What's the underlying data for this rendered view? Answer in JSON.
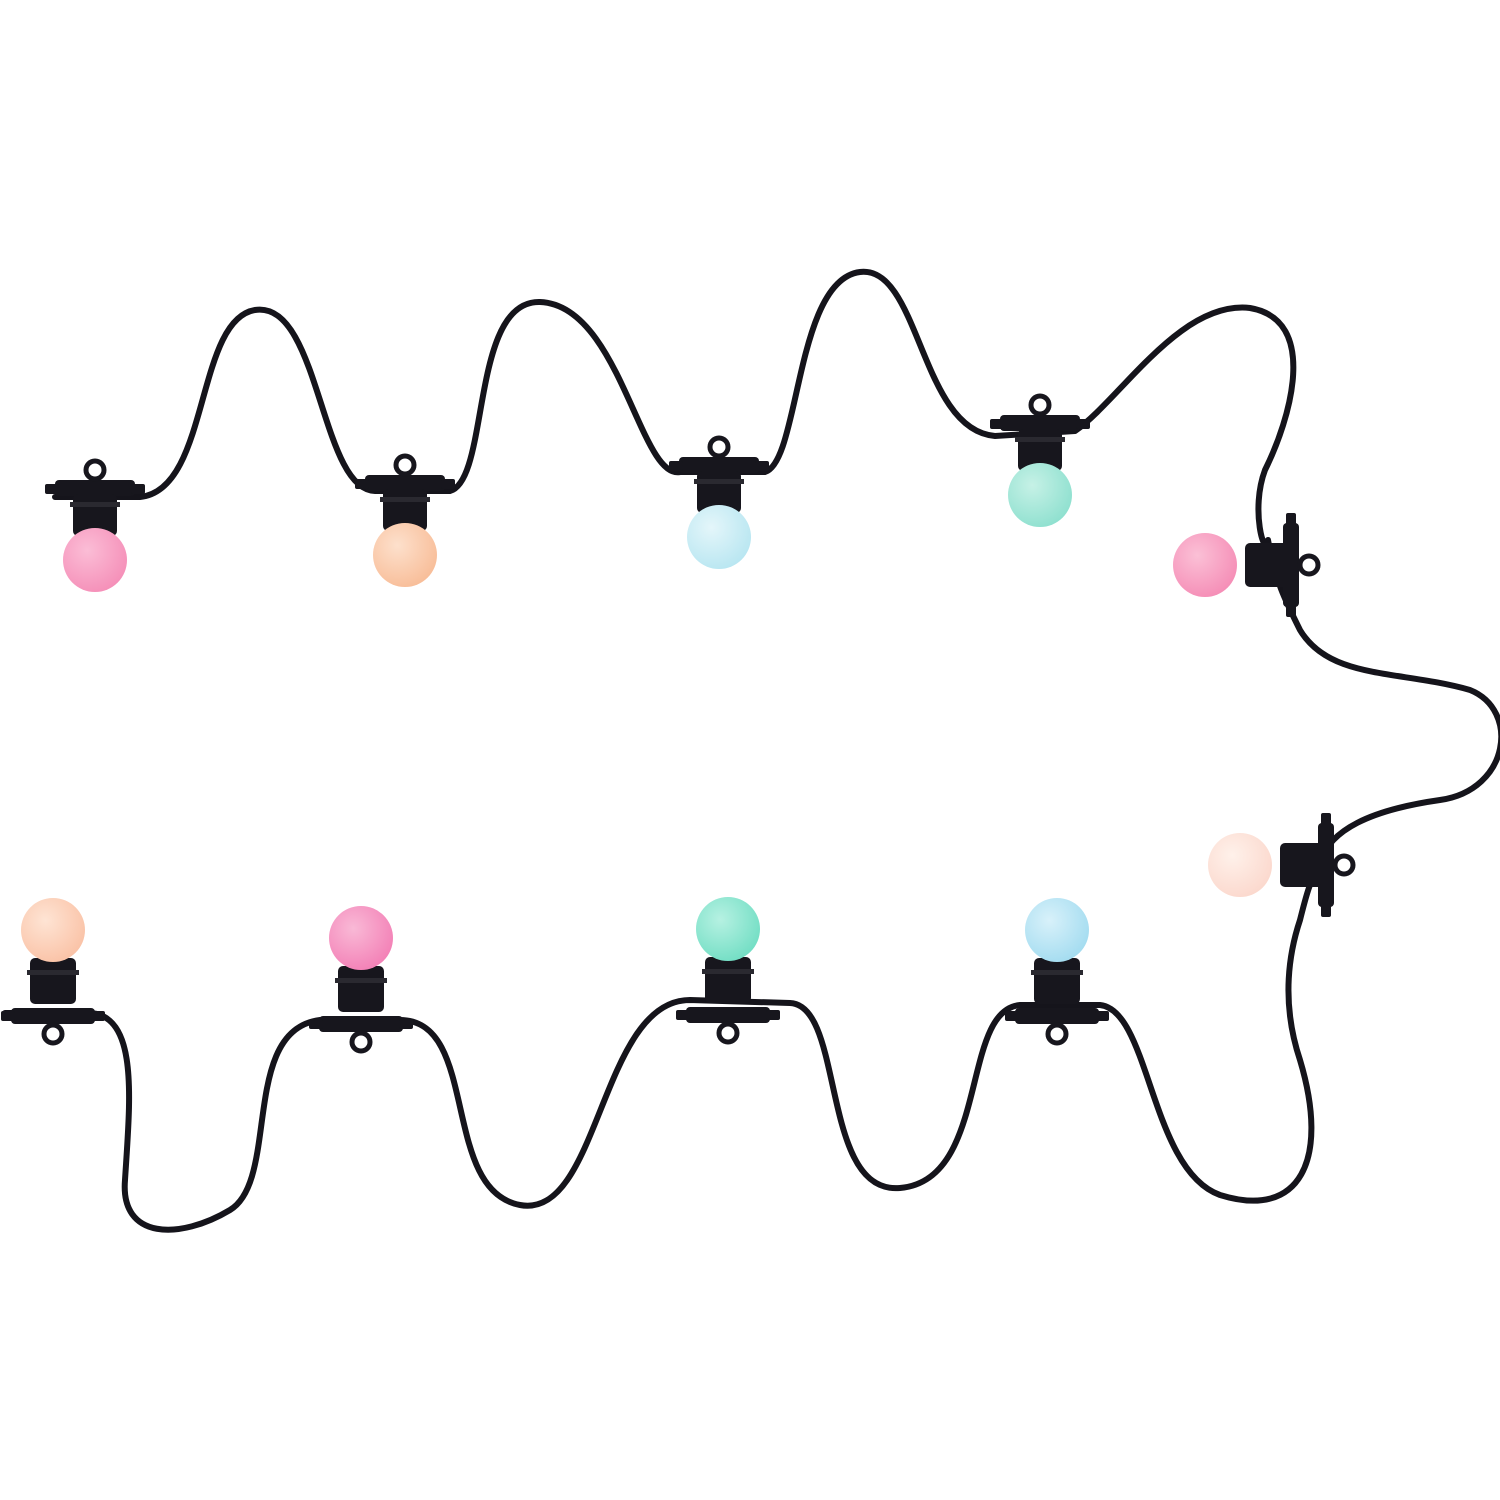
{
  "image": {
    "background_color": "#ffffff",
    "cable_color": "#15141b",
    "socket_color": "#17161d"
  },
  "bulbs": [
    {
      "name": "bulb-1",
      "color": "#f58fb8",
      "highlight": "#fbbdd6"
    },
    {
      "name": "bulb-2",
      "color": "#f8bd98",
      "highlight": "#fde0cc"
    },
    {
      "name": "bulb-3",
      "color": "#b8e6f1",
      "highlight": "#e4f6fa"
    },
    {
      "name": "bulb-4",
      "color": "#8ee0cf",
      "highlight": "#c6f1e6"
    },
    {
      "name": "bulb-5",
      "color": "#f58db6",
      "highlight": "#fbc0d6"
    },
    {
      "name": "bulb-6",
      "color": "#fbd8cd",
      "highlight": "#fff1ea"
    },
    {
      "name": "bulb-7",
      "color": "#fac2a6",
      "highlight": "#fee4d4"
    },
    {
      "name": "bulb-8",
      "color": "#f380b6",
      "highlight": "#f9b9d6"
    },
    {
      "name": "bulb-9",
      "color": "#72dec4",
      "highlight": "#b6f1e2"
    },
    {
      "name": "bulb-10",
      "color": "#a3dcf0",
      "highlight": "#d8f1fa"
    }
  ]
}
